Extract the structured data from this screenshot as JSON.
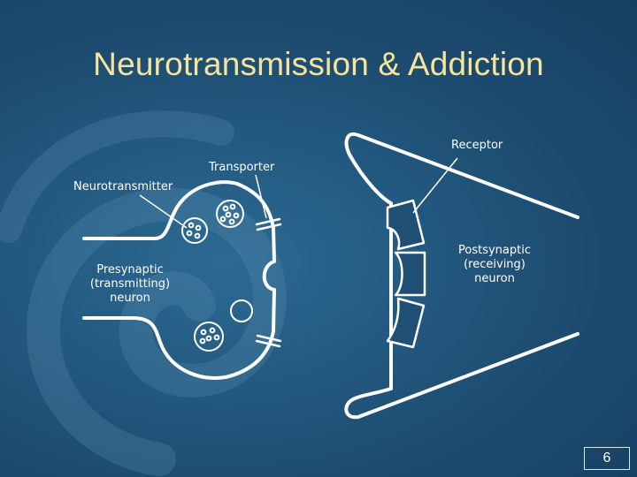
{
  "slide": {
    "title": "Neurotransmission & Addiction",
    "page_number": "6"
  },
  "diagram": {
    "labels": {
      "transporter": "Transporter",
      "neurotransmitter": "Neurotransmitter",
      "receptor": "Receptor",
      "presynaptic": [
        "Presynaptic",
        "(transmitting)",
        "neuron"
      ],
      "postsynaptic": [
        "Postsynaptic",
        "(receiving)",
        "neuron"
      ]
    }
  },
  "colors": {
    "title": "#f7e39a",
    "line": "#ffffff",
    "background": "#1d4c71"
  }
}
